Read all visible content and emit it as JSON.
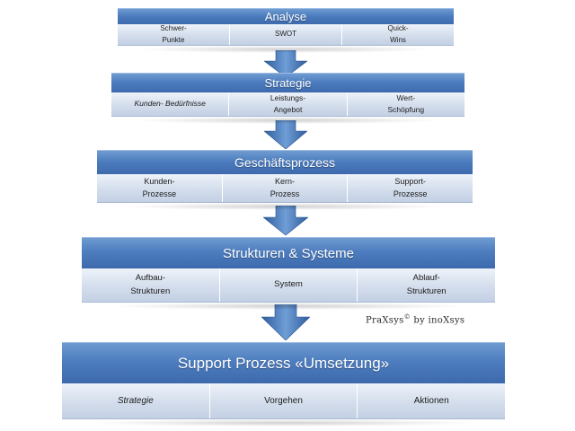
{
  "colors": {
    "header": "#4d7dbf",
    "row": "#d3ddec",
    "arrow": "#3d6aac"
  },
  "blocks": [
    {
      "title": "Analyse",
      "cells": [
        {
          "text": "Schwer-\nPunkte"
        },
        {
          "text": "SWOT"
        },
        {
          "text": "Quick-\nWins"
        }
      ]
    },
    {
      "title": "Strategie",
      "cells": [
        {
          "text": "Kunden- Bedürfnisse",
          "italic": true
        },
        {
          "text": "Leistungs-\nAngebot"
        },
        {
          "text": "Wert-\nSchöpfung"
        }
      ]
    },
    {
      "title": "Geschäftsprozess",
      "cells": [
        {
          "text": "Kunden-\nProzesse"
        },
        {
          "text": "Kern-\nProzess"
        },
        {
          "text": "Support-\nProzesse"
        }
      ]
    },
    {
      "title": "Strukturen & Systeme",
      "cells": [
        {
          "text": "Aufbau-\nStrukturen"
        },
        {
          "text": "System"
        },
        {
          "text": "Ablauf-\nStrukturen"
        }
      ]
    },
    {
      "title": "Support Prozess «Umsetzung»",
      "cells": [
        {
          "text": "Strategie",
          "italic": true
        },
        {
          "text": "Vorgehen"
        },
        {
          "text": "Aktionen"
        }
      ]
    }
  ],
  "brand": {
    "name": "PraXsys",
    "mark": "©",
    "suffix": " by inoXsys"
  }
}
